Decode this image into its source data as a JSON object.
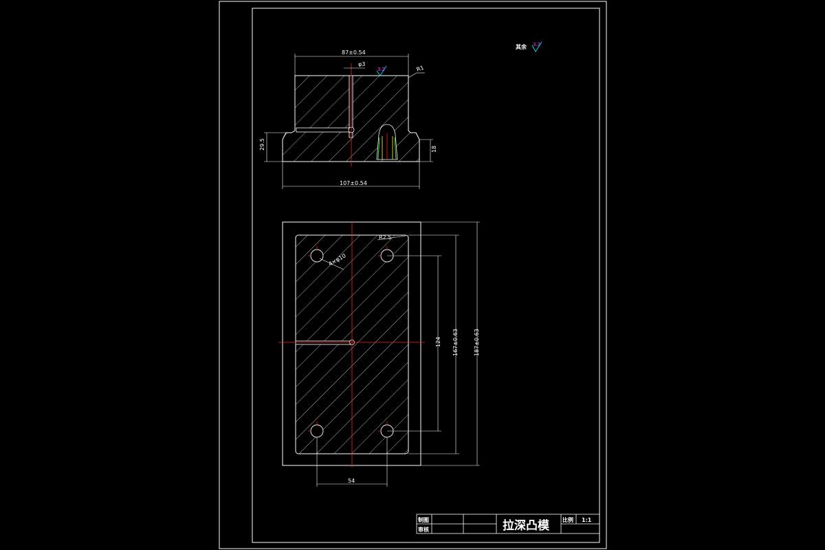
{
  "front_view": {
    "dim_top_width": "87±0.54",
    "dim_hole": "φ3",
    "dim_chamfer": "R1",
    "dim_left_height": "29.5",
    "dim_right_height": "18",
    "dim_bottom_width": "107±0.54",
    "roughness_value": "3.2"
  },
  "top_view": {
    "dim_corner_radius": "R2.5",
    "dim_holes": "4×φ10",
    "dim_hole_spacing_v": "124",
    "dim_inner_height": "167±0.63",
    "dim_outer_height": "187±0.63",
    "dim_hole_spacing_h": "54"
  },
  "general_note": {
    "label": "其余",
    "roughness_value": "3.2"
  },
  "title_block": {
    "drawn_by_label": "制图",
    "checked_by_label": "审核",
    "part_name": "拉深凸模",
    "scale_label": "比例",
    "scale_value": "1:1"
  },
  "colors": {
    "outline": "#ffffff",
    "centerline": "#ff2020",
    "hatch": "#ffffff",
    "roughness_symbol": "#00e5ff",
    "roughness_text": "#ff3cff",
    "bore_highlight": "#ffff40",
    "bore_side": "#40ff40"
  }
}
